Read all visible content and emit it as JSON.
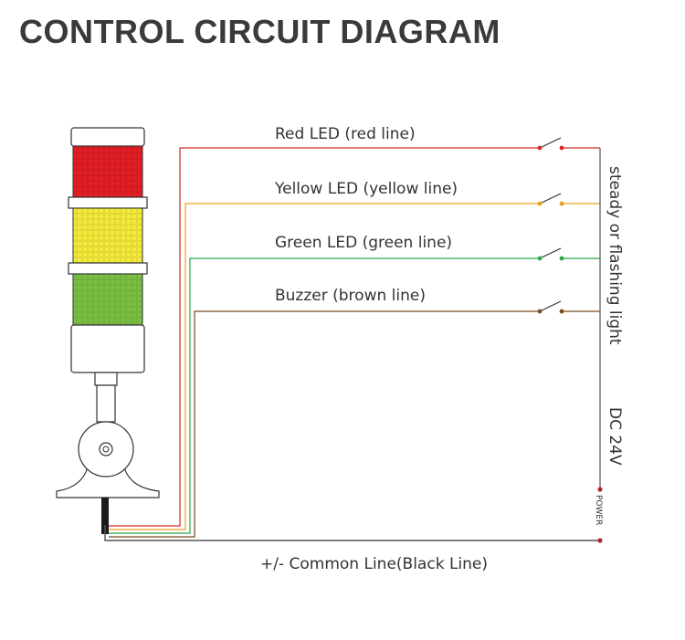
{
  "title": "CONTROL CIRCUIT DIAGRAM",
  "lines": [
    {
      "label": "Red LED (red line)",
      "color": "#d62a2a"
    },
    {
      "label": "Yellow LED (yellow line)",
      "color": "#eaa020"
    },
    {
      "label": "Green LED (green line)",
      "color": "#2aa84a"
    },
    {
      "label": "Buzzer (brown line)",
      "color": "#7a4a1e"
    }
  ],
  "side_labels": {
    "mode": "steady or flashing light",
    "voltage": "DC 24V",
    "power": "POWER"
  },
  "common_line": {
    "label": "+/- Common Line(Black Line)",
    "color": "#555555"
  },
  "tower_colors": {
    "red": "#e31e24",
    "yellow": "#f4ea3a",
    "green": "#7cc043"
  }
}
